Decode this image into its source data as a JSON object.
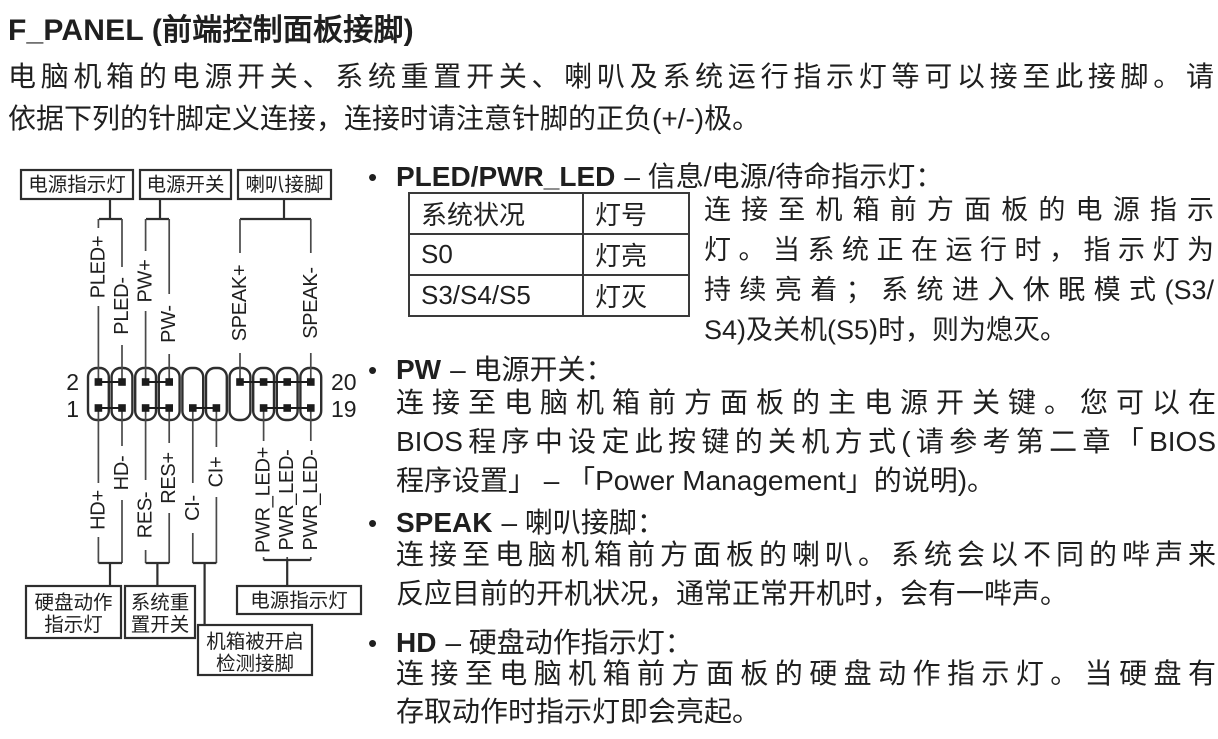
{
  "ui": {
    "bullet": "•"
  },
  "page": {
    "title": "F_PANEL (前端控制面板接脚)",
    "intro_lines": [
      "电脑机箱的电源开关、系统重置开关、喇叭及系统运行指示灯等可以接至此接脚。请",
      "依据下列的针脚定义连接，连接时请注意针脚的正负(+/-)极。"
    ]
  },
  "diagram": {
    "top_boxes": [
      "电源指示灯",
      "电源开关",
      "喇叭接脚"
    ],
    "top_pin_labels": [
      "PLED+",
      "PLED-",
      "PW+",
      "PW-",
      "SPEAK+",
      "SPEAK-"
    ],
    "pin_numbers": {
      "top_left": "2",
      "bottom_left": "1",
      "top_right": "20",
      "bottom_right": "19"
    },
    "bottom_pin_labels": [
      "HD+",
      "HD-",
      "RES-",
      "RES+",
      "CI-",
      "CI+",
      "PWR_LED+",
      "PWR_LED-",
      "PWR_LED-"
    ],
    "bottom_boxes": [
      {
        "line1": "硬盘动作",
        "line2": "指示灯"
      },
      {
        "line1": "系统重",
        "line2": "置开关"
      },
      {
        "line1": "机箱被开启",
        "line2": "检测接脚"
      },
      {
        "line1": "电源指示灯"
      }
    ]
  },
  "table": {
    "headers": [
      "系统状况",
      "灯号"
    ],
    "rows": [
      [
        "S0",
        "灯亮"
      ],
      [
        "S3/S4/S5",
        "灯灭"
      ]
    ]
  },
  "bullets": [
    {
      "term": "PLED/PWR_LED",
      "rest": "– 信息/电源/待命指示灯：",
      "side_lines": [
        "连接至机箱前方面板的电源指示",
        "灯。当系统正在运行时，指示灯为",
        "持续亮着；系统进入休眠模式(S3/",
        "S4)及关机(S5)时，则为熄灭。"
      ]
    },
    {
      "term": "PW",
      "rest": "– 电源开关：",
      "lines": [
        "连接至电脑机箱前方面板的主电源开关键。您可以在",
        "BIOS程序中设定此按键的关机方式(请参考第二章「BIOS",
        "程序设置」 – 「Power Management」的说明)。"
      ]
    },
    {
      "term": "SPEAK",
      "rest": "– 喇叭接脚：",
      "lines": [
        "连接至电脑机箱前方面板的喇叭。系统会以不同的哔声来",
        "反应目前的开机状况，通常正常开机时，会有一哔声。"
      ]
    },
    {
      "term": "HD",
      "rest": "– 硬盘动作指示灯：",
      "lines": [
        "连接至电脑机箱前方面板的硬盘动作指示灯。当硬盘有",
        "存取动作时指示灯即会亮起。"
      ]
    }
  ]
}
